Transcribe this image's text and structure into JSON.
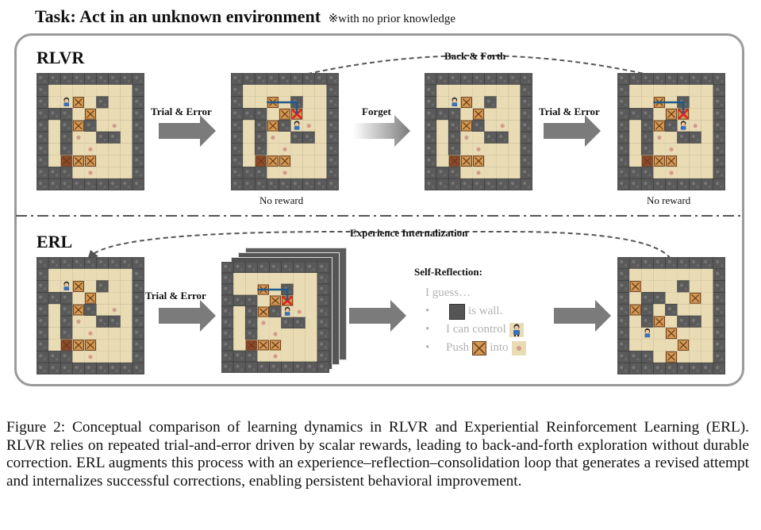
{
  "task": {
    "title": "Task: Act in an unknown environment",
    "note": "※with no prior knowledge"
  },
  "rlvr": {
    "label": "RLVR",
    "back_forth": "Back & Forth",
    "trial_error_1": "Trial & Error",
    "forget": "Forget",
    "trial_error_2": "Trial & Error",
    "no_reward_1": "No reward",
    "no_reward_2": "No reward"
  },
  "erl": {
    "label": "ERL",
    "internalization": "Experience Internalization",
    "trial_error": "Trial & Error",
    "self_reflection": "Self-Reflection:",
    "guess": "I guess…",
    "items": {
      "wall": "is wall.",
      "control": "I can control",
      "push_a": "Push",
      "push_b": "into"
    },
    "bullet": "•"
  },
  "caption": "Figure 2: Conceptual comparison of learning dynamics in RLVR and Experiential Reinforcement Learning (ERL). RLVR relies on repeated trial-and-error driven by scalar rewards, leading to back-and-forth exploration without durable correction. ERL augments this process with an experience–reflection–consolidation loop that generates a revised attempt and internalizes successful corrections, enabling persistent behavioral improvement.",
  "colors": {
    "wall": "#5a5a5a",
    "floor": "#e9dcb4",
    "box": "#d29a55",
    "box_dark": "#8e4a2c",
    "target": "#d49a8e",
    "path": "#1f5a8a",
    "cross": "#e02020",
    "arrow": "#7b7b7b",
    "panel": "#9a9a9a"
  }
}
